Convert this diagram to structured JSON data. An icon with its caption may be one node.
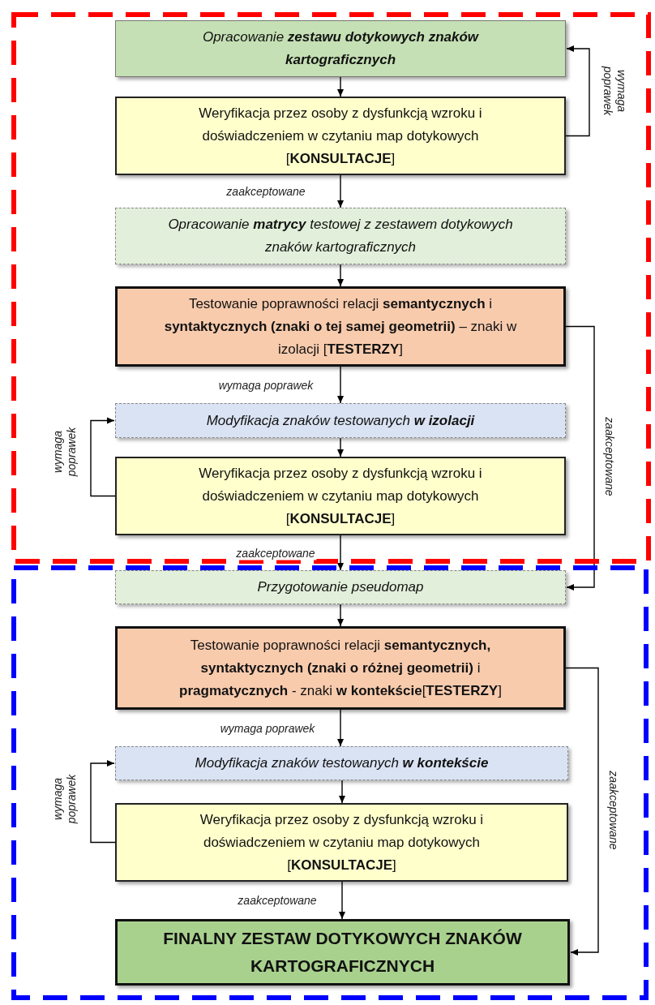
{
  "diagram": {
    "nodes": [
      {
        "text": [],
        "shape": "box"
      },
      {
        "text": [
          "Opracowanie **zestawu dotykowych znaków kartograficznych**"
        ],
        "in": 0
      },
      {
        "text": [
          "Weryfikacja przez osoby z dysfunkcją wzroku i doświadczeniem w czytaniu map dotykowych [**KONSULTACJE**]"
        ],
        "in": 0
      },
      {
        "text": [
          "Opracowanie **matrycy** testowej z zestawem dotykowych znaków kartograficznych"
        ],
        "in": 0
      },
      {
        "text": [
          "Testowanie poprawności relacji **semantycznych** i **syntaktycznych (znaki o tej samej geometrii)** – znaki w izolacji [**TESTERZY**]"
        ],
        "in": 0
      },
      {
        "text": [
          "Modyfikacja znaków testowanych **w izolacji**"
        ],
        "in": 0
      },
      {
        "text": [
          "Weryfikacja przez osoby z dysfunkcją wzroku i doświadczeniem w czytaniu map dotykowych [**KONSULTACJE**]"
        ],
        "in": 0
      },
      {
        "text": [],
        "shape": "box"
      },
      {
        "text": [
          "Przygotowanie pseudomap"
        ],
        "in": 7
      },
      {
        "text": [
          "Testowanie poprawności relacji **semantycznych, syntaktycznych (znaki o różnej geometrii)** i **pragmatycznych** - znaki **w kontekście**[**TESTERZY**]"
        ],
        "in": 7
      },
      {
        "text": [
          "Modyfikacja znaków testowanych **w kontekście**"
        ],
        "in": 7
      },
      {
        "text": [
          "Weryfikacja przez osoby z dysfunkcją wzroku i doświadczeniem w czytaniu map dotykowych [**KONSULTACJE**]"
        ],
        "in": 7
      },
      {
        "text": [
          "FINALNY ZESTAW DOTYKOWYCH ZNAKÓW KARTOGRAFICZNYCH"
        ],
        "in": 7
      }
    ],
    "edges": [
      {
        "from": 1,
        "to": 2,
        "arrow": "to"
      },
      {
        "from": 2,
        "to": 1,
        "arrow": "to",
        "label": "wymaga poprawek"
      },
      {
        "from": 2,
        "to": 3,
        "arrow": "to",
        "label": "zaakceptowane"
      },
      {
        "from": 3,
        "to": 4,
        "arrow": "to"
      },
      {
        "from": 4,
        "to": 5,
        "arrow": "to",
        "label": "wymaga poprawek"
      },
      {
        "from": 5,
        "to": 6,
        "arrow": "to"
      },
      {
        "from": 6,
        "to": 5,
        "arrow": "to",
        "label": "wymaga poprawek"
      },
      {
        "from": 6,
        "to": 8,
        "arrow": "to",
        "label": "zaakceptowane"
      },
      {
        "from": 4,
        "to": 8,
        "arrow": "to",
        "label": "zaakceptowane"
      },
      {
        "from": 8,
        "to": 9,
        "arrow": "to"
      },
      {
        "from": 9,
        "to": 10,
        "arrow": "to",
        "label": "wymaga poprawek"
      },
      {
        "from": 10,
        "to": 11,
        "arrow": "to"
      },
      {
        "from": 11,
        "to": 10,
        "arrow": "to",
        "label": "wymaga poprawek"
      },
      {
        "from": 11,
        "to": 12,
        "arrow": "to",
        "label": "zaakceptowane"
      },
      {
        "from": 9,
        "to": 12,
        "arrow": "to",
        "label": "zaakceptowane"
      }
    ]
  }
}
